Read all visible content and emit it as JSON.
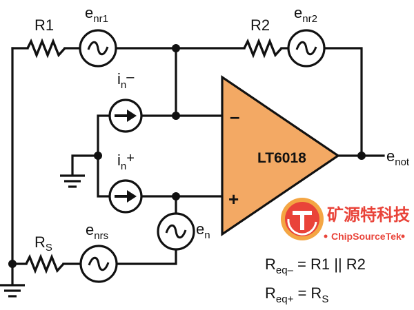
{
  "colors": {
    "wire": "#111111",
    "opamp_fill": "#f3a964",
    "watermark_red": "#e62a1e",
    "watermark_orange": "#f39a2b"
  },
  "resistors": {
    "r1": {
      "main": "R1"
    },
    "r2": {
      "main": "R2"
    },
    "rs": {
      "main": "R",
      "sub": "S"
    }
  },
  "noise_sources": {
    "enr1": {
      "main": "e",
      "sub": "nr1"
    },
    "enr2": {
      "main": "e",
      "sub": "nr2"
    },
    "enrs": {
      "main": "e",
      "sub": "nrs"
    },
    "en": {
      "main": "e",
      "sub": "n"
    }
  },
  "current_sources": {
    "in_minus": {
      "main": "i",
      "sub": "n",
      "sign": "–"
    },
    "in_plus": {
      "main": "i",
      "sub": "n",
      "sign": "+"
    }
  },
  "opamp": {
    "name": "LT6018",
    "inverting_symbol": "–",
    "noninverting_symbol": "+"
  },
  "output": {
    "main": "e",
    "sub": "not"
  },
  "equations": [
    {
      "main": "R",
      "sub": "eq–",
      "rhs": " = R1 || R2",
      "rhs_sub": ""
    },
    {
      "main": "R",
      "sub": "eq+",
      "rhs": " = R",
      "rhs_sub": "S"
    }
  ],
  "watermark": {
    "cn": "矿源特科技",
    "en": "ChipSourceTek"
  }
}
